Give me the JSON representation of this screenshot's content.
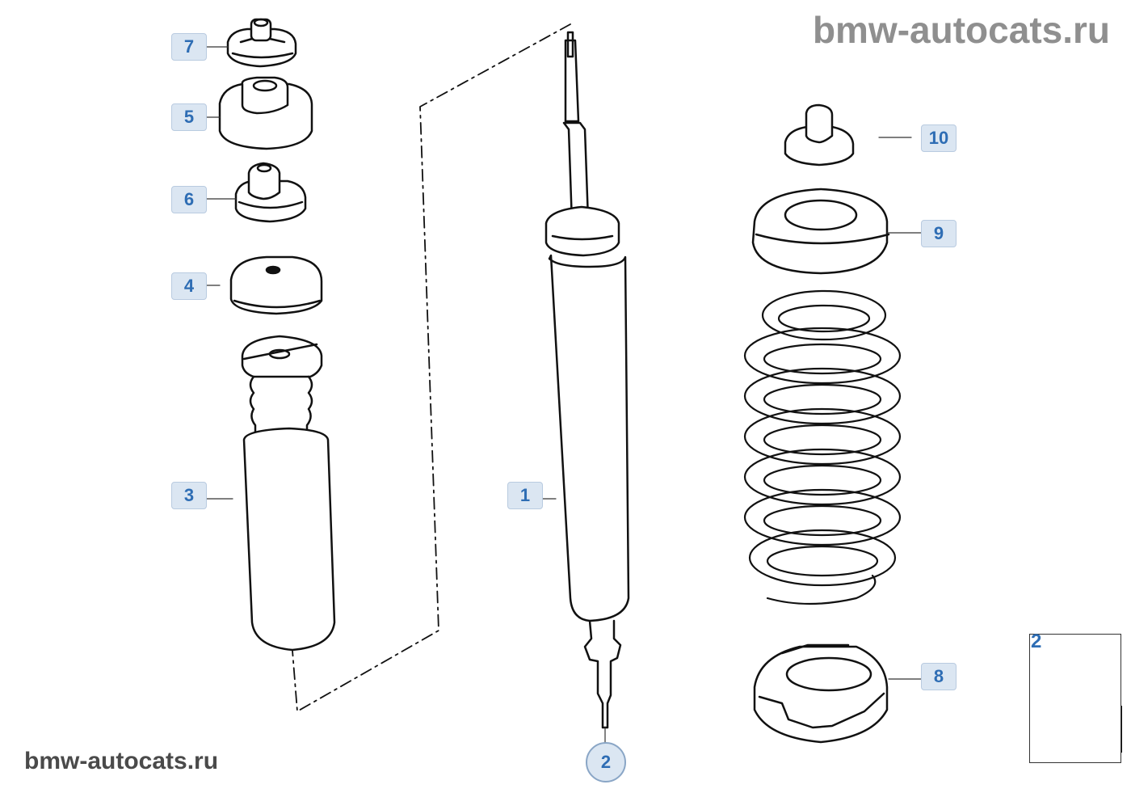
{
  "watermark": {
    "top": "bmw-autocats.ru",
    "bottom": "bmw-autocats.ru"
  },
  "callouts": {
    "c1": "1",
    "c2": "2",
    "c3": "3",
    "c4": "4",
    "c5": "5",
    "c6": "6",
    "c7": "7",
    "c8": "8",
    "c9": "9",
    "c10": "10"
  },
  "inset": {
    "label": "2"
  },
  "colors": {
    "callout_bg": "#dbe6f2",
    "callout_text": "#2e6db4",
    "line": "#111111"
  }
}
